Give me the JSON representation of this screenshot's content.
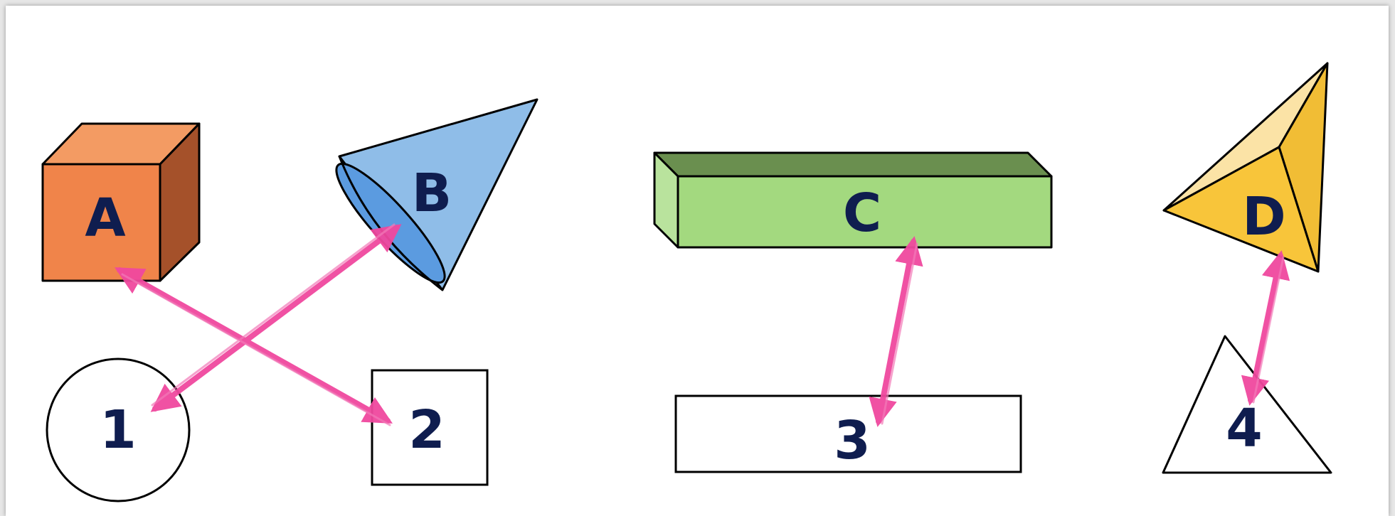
{
  "solids": {
    "cube": {
      "label": "A"
    },
    "cone": {
      "label": "B"
    },
    "prism": {
      "label": "C"
    },
    "pyramid": {
      "label": "D"
    }
  },
  "faces": {
    "circle": {
      "label": "1"
    },
    "square": {
      "label": "2"
    },
    "rectangle": {
      "label": "3"
    },
    "triangle": {
      "label": "4"
    }
  },
  "colors": {
    "cube": "#f0844a",
    "cone": "#8fbde8",
    "prism": "#a3d97f",
    "pyramid": "#f8c53a",
    "arrow": "#f0489f",
    "label": "#0f1d4f"
  }
}
